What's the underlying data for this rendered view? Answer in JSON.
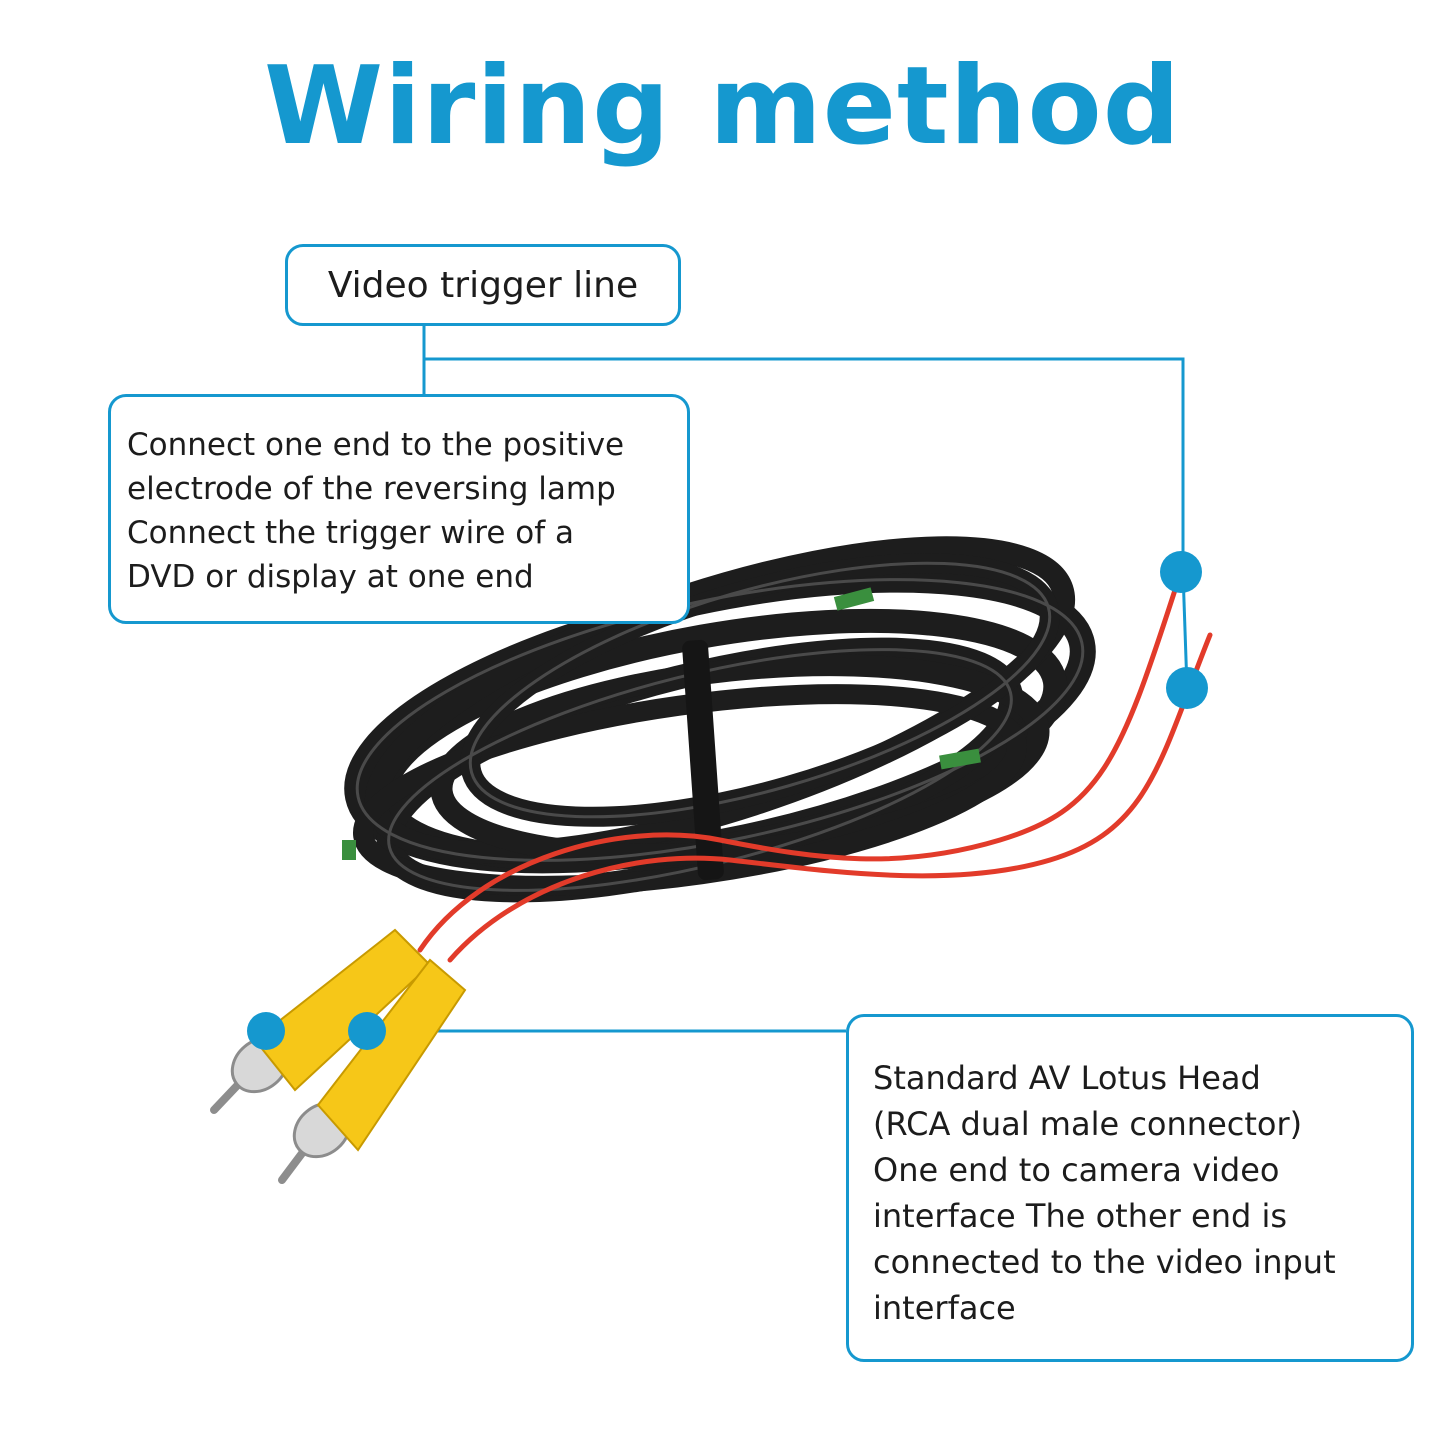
{
  "title": "Wiring method",
  "trigger": {
    "label": "Video trigger line",
    "description": [
      "Connect one end to the positive",
      "electrode of the reversing lamp",
      "Connect the trigger wire of a",
      "DVD or display at one end"
    ]
  },
  "av": {
    "description": [
      "Standard AV Lotus Head",
      "(RCA dual male connector)",
      "One end to camera video",
      "interface The other end is",
      "connected to the video input",
      "interface"
    ]
  },
  "colors": {
    "accent": "#1598cf",
    "cable": "#1d1d1d",
    "trigger_wire": "#e23b2a",
    "connector": "#f6c718"
  }
}
